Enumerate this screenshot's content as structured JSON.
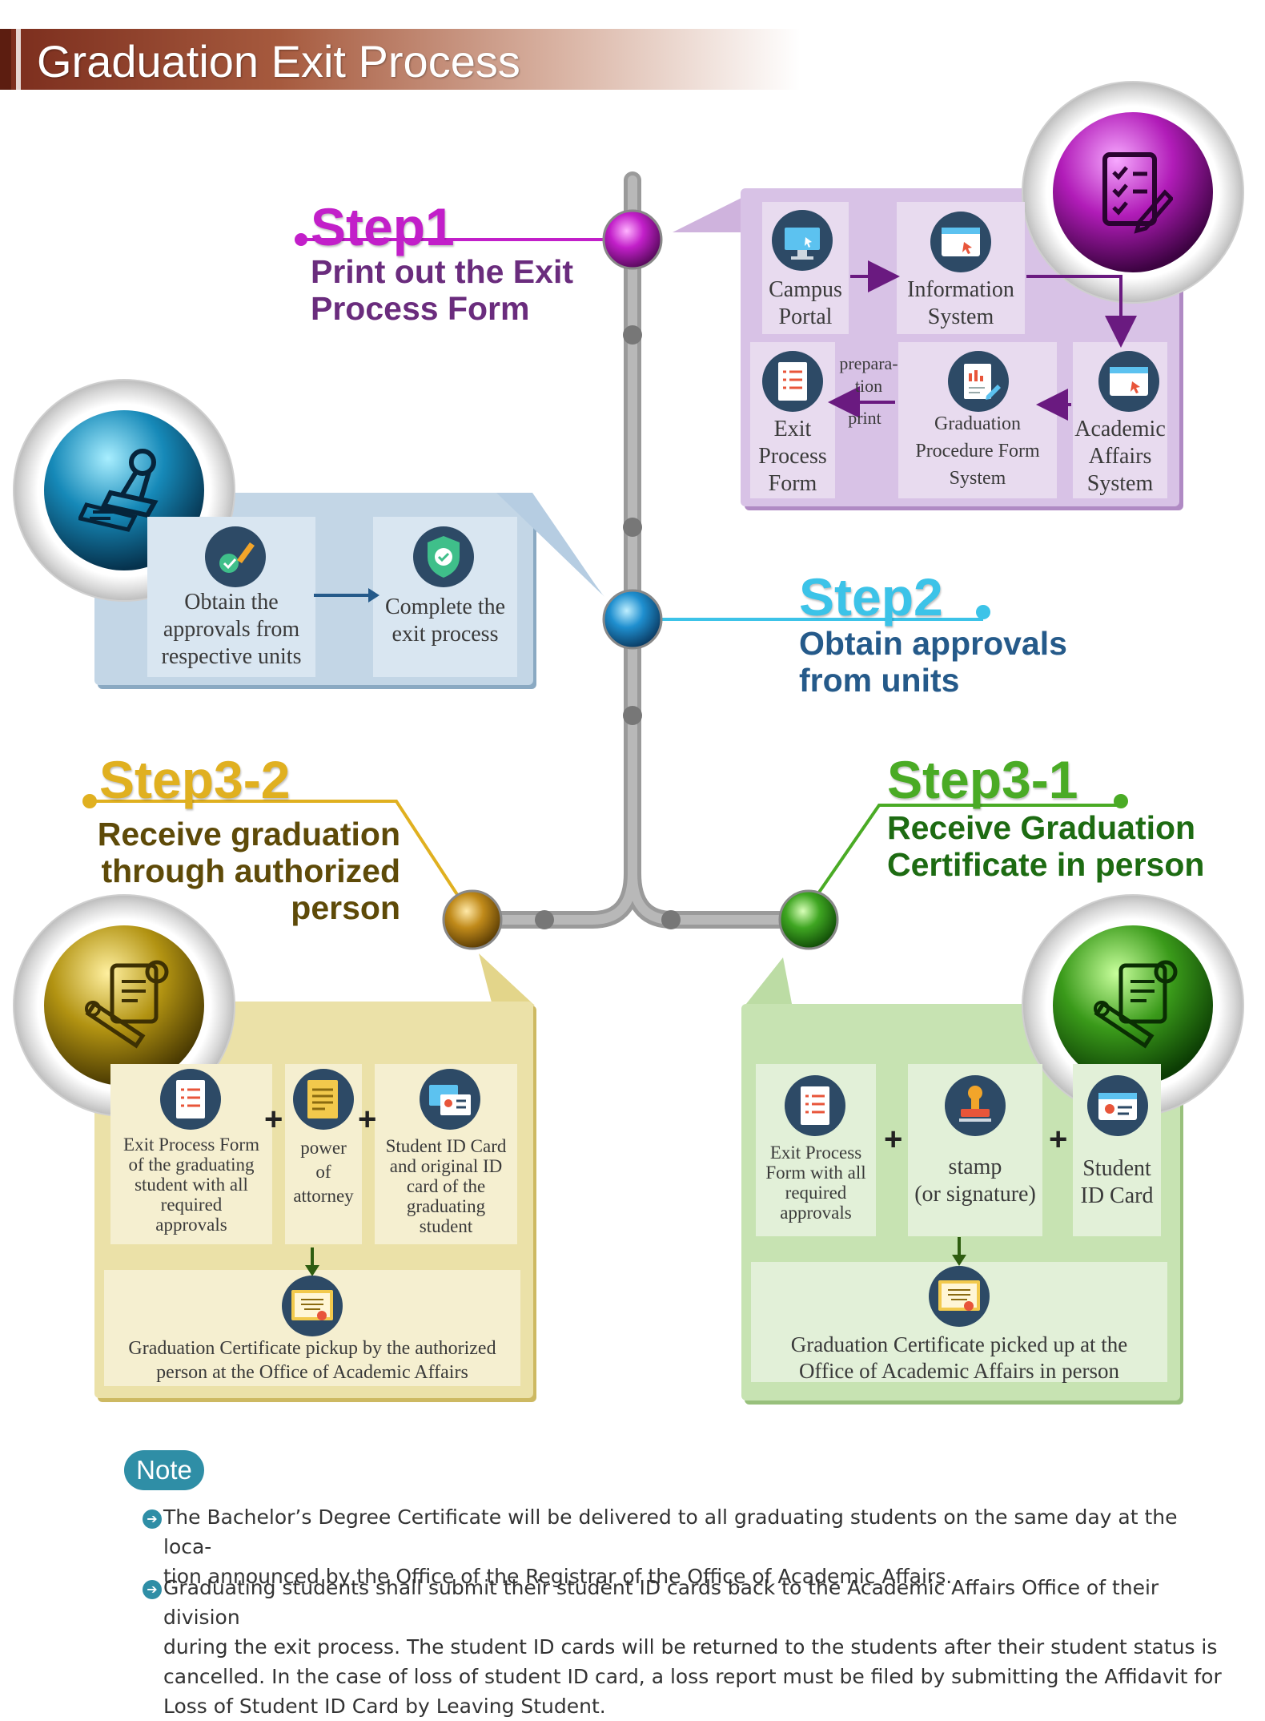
{
  "header": {
    "title": "Graduation Exit Process"
  },
  "step1": {
    "title": "Step1",
    "subtitle_lines": [
      "Print out the Exit",
      "Process Form"
    ],
    "nodes": {
      "campus_portal": [
        "Campus",
        "Portal"
      ],
      "information_system": [
        "Information",
        "System"
      ],
      "academic_affairs_system": [
        "Academic",
        "Affairs",
        "System"
      ],
      "graduation_procedure_form_system": [
        "Graduation",
        "Procedure Form",
        "System"
      ],
      "exit_process_form": [
        "Exit",
        "Process",
        "Form"
      ]
    },
    "arrow_labels": {
      "preparation": [
        "prepara-",
        "tion"
      ],
      "print": "print"
    }
  },
  "step2": {
    "title": "Step2",
    "subtitle_lines": [
      "Obtain approvals",
      "from units"
    ],
    "nodes": {
      "obtain_approvals": [
        "Obtain the",
        "approvals from",
        "respective units"
      ],
      "complete_exit": [
        "Complete the",
        "exit process"
      ]
    }
  },
  "step3_2": {
    "title": "Step3-2",
    "subtitle_lines": [
      "Receive graduation",
      "through authorized",
      "person"
    ],
    "items": {
      "exit_form": [
        "Exit Process Form",
        "of the graduating",
        "student with all",
        "required",
        "approvals"
      ],
      "power": [
        "power",
        "of",
        "attorney"
      ],
      "id_card": [
        "Student ID Card",
        "and original ID",
        "card of the",
        "graduating",
        "student"
      ]
    },
    "result_lines": [
      "Graduation Certificate pickup by the authorized",
      "person at the Office of Academic Affairs"
    ],
    "plus": "+"
  },
  "step3_1": {
    "title": "Step3-1",
    "subtitle_lines": [
      "Receive Graduation",
      "Certificate in person"
    ],
    "items": {
      "exit_form": [
        "Exit Process",
        "Form with all",
        "required",
        "approvals"
      ],
      "stamp": [
        "stamp",
        "(or signature)"
      ],
      "id_card": [
        "Student",
        "ID Card"
      ]
    },
    "result_lines": [
      "Graduation Certificate picked up at the",
      "Office of Academic Affairs in person"
    ],
    "plus": "+"
  },
  "note": {
    "label": "Note",
    "bullets": [
      [
        "The Bachelor’s Degree Certificate will be delivered to all graduating students on the same day at the loca-",
        "tion announced by the Office of the Registrar of the Office of Academic Affairs."
      ],
      [
        "Graduating students shall submit their student ID cards back to the Academic Affairs Office of their division",
        "during the exit process. The student ID cards will be returned to the students after their student status is",
        "cancelled. In the case of loss of student ID card, a loss report must be filed by submitting the Affidavit for",
        "Loss of Student ID Card by Leaving Student."
      ]
    ]
  },
  "colors": {
    "step1": "#c21fc9",
    "step1_sub": "#6a2c7d",
    "step2": "#3cc3e8",
    "step2_sub": "#255a8a",
    "step3_2": "#e0b020",
    "step3_2_sub": "#5e4a08",
    "step3_1": "#4aab25",
    "step3_1_sub": "#1d6b12",
    "note": "#2f8ea6"
  }
}
